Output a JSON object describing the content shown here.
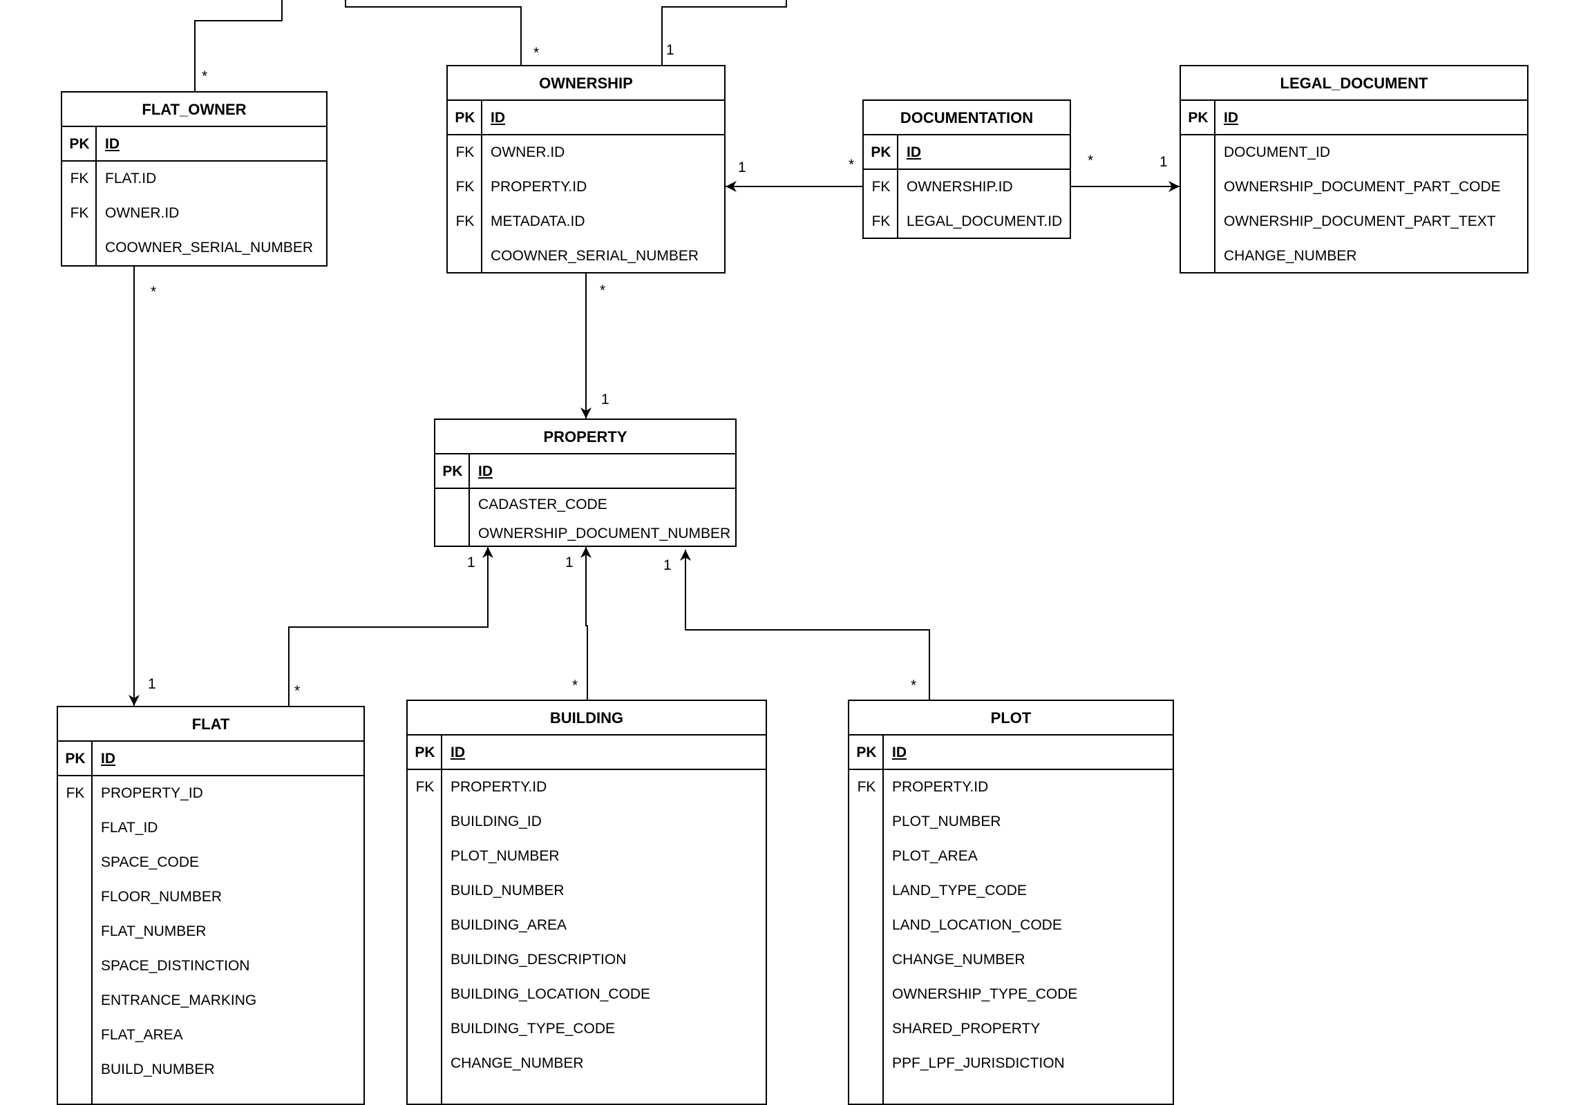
{
  "diagram_type": "entity-relationship",
  "colors": {
    "line": "#000000",
    "background": "#ffffff"
  },
  "entities": {
    "flat_owner": {
      "name": "FLAT_OWNER",
      "fields": [
        {
          "key": "PK",
          "name": "ID"
        },
        {
          "key": "FK",
          "name": "FLAT.ID"
        },
        {
          "key": "FK",
          "name": "OWNER.ID"
        },
        {
          "key": "",
          "name": "COOWNER_SERIAL_NUMBER"
        }
      ]
    },
    "ownership": {
      "name": "OWNERSHIP",
      "fields": [
        {
          "key": "PK",
          "name": "ID"
        },
        {
          "key": "FK",
          "name": "OWNER.ID"
        },
        {
          "key": "FK",
          "name": "PROPERTY.ID"
        },
        {
          "key": "FK",
          "name": "METADATA.ID"
        },
        {
          "key": "",
          "name": "COOWNER_SERIAL_NUMBER"
        }
      ]
    },
    "documentation": {
      "name": "DOCUMENTATION",
      "fields": [
        {
          "key": "PK",
          "name": "ID"
        },
        {
          "key": "FK",
          "name": "OWNERSHIP.ID"
        },
        {
          "key": "FK",
          "name": "LEGAL_DOCUMENT.ID"
        }
      ]
    },
    "legal_document": {
      "name": "LEGAL_DOCUMENT",
      "fields": [
        {
          "key": "PK",
          "name": "ID"
        },
        {
          "key": "",
          "name": "DOCUMENT_ID"
        },
        {
          "key": "",
          "name": "OWNERSHIP_DOCUMENT_PART_CODE"
        },
        {
          "key": "",
          "name": "OWNERSHIP_DOCUMENT_PART_TEXT"
        },
        {
          "key": "",
          "name": "CHANGE_NUMBER"
        }
      ]
    },
    "property": {
      "name": "PROPERTY",
      "fields": [
        {
          "key": "PK",
          "name": "ID"
        },
        {
          "key": "",
          "name": "CADASTER_CODE"
        },
        {
          "key": "",
          "name": "OWNERSHIP_DOCUMENT_NUMBER"
        }
      ]
    },
    "flat": {
      "name": "FLAT",
      "fields": [
        {
          "key": "PK",
          "name": "ID"
        },
        {
          "key": "FK",
          "name": "PROPERTY_ID"
        },
        {
          "key": "",
          "name": "FLAT_ID"
        },
        {
          "key": "",
          "name": "SPACE_CODE"
        },
        {
          "key": "",
          "name": "FLOOR_NUMBER"
        },
        {
          "key": "",
          "name": "FLAT_NUMBER"
        },
        {
          "key": "",
          "name": "SPACE_DISTINCTION"
        },
        {
          "key": "",
          "name": "ENTRANCE_MARKING"
        },
        {
          "key": "",
          "name": "FLAT_AREA"
        },
        {
          "key": "",
          "name": "BUILD_NUMBER"
        }
      ]
    },
    "building": {
      "name": "BUILDING",
      "fields": [
        {
          "key": "PK",
          "name": "ID"
        },
        {
          "key": "FK",
          "name": "PROPERTY.ID"
        },
        {
          "key": "",
          "name": "BUILDING_ID"
        },
        {
          "key": "",
          "name": "PLOT_NUMBER"
        },
        {
          "key": "",
          "name": "BUILD_NUMBER"
        },
        {
          "key": "",
          "name": "BUILDING_AREA"
        },
        {
          "key": "",
          "name": "BUILDING_DESCRIPTION"
        },
        {
          "key": "",
          "name": "BUILDING_LOCATION_CODE"
        },
        {
          "key": "",
          "name": "BUILDING_TYPE_CODE"
        },
        {
          "key": "",
          "name": "CHANGE_NUMBER"
        }
      ]
    },
    "plot": {
      "name": "PLOT",
      "fields": [
        {
          "key": "PK",
          "name": "ID"
        },
        {
          "key": "FK",
          "name": "PROPERTY.ID"
        },
        {
          "key": "",
          "name": "PLOT_NUMBER"
        },
        {
          "key": "",
          "name": "PLOT_AREA"
        },
        {
          "key": "",
          "name": "LAND_TYPE_CODE"
        },
        {
          "key": "",
          "name": "LAND_LOCATION_CODE"
        },
        {
          "key": "",
          "name": "CHANGE_NUMBER"
        },
        {
          "key": "",
          "name": "OWNERSHIP_TYPE_CODE"
        },
        {
          "key": "",
          "name": "SHARED_PROPERTY"
        },
        {
          "key": "",
          "name": "PPF_LPF_JURISDICTION"
        }
      ]
    }
  },
  "relationships": [
    {
      "from": "flat_owner",
      "to": "(cropped above)",
      "from_mult": "*",
      "to_mult": ""
    },
    {
      "from": "ownership",
      "to": "(cropped above)",
      "from_mult": "*",
      "to_mult": ""
    },
    {
      "from": "ownership",
      "to": "(cropped above)",
      "from_mult": "1",
      "to_mult": ""
    },
    {
      "from": "documentation",
      "to": "ownership",
      "from_mult": "*",
      "to_mult": "1"
    },
    {
      "from": "documentation",
      "to": "legal_document",
      "from_mult": "*",
      "to_mult": "1"
    },
    {
      "from": "ownership",
      "to": "property",
      "from_mult": "*",
      "to_mult": "1"
    },
    {
      "from": "flat_owner",
      "to": "flat",
      "from_mult": "*",
      "to_mult": "1"
    },
    {
      "from": "flat",
      "to": "property",
      "from_mult": "*",
      "to_mult": "1"
    },
    {
      "from": "building",
      "to": "property",
      "from_mult": "*",
      "to_mult": "1"
    },
    {
      "from": "plot",
      "to": "property",
      "from_mult": "*",
      "to_mult": "1"
    }
  ]
}
